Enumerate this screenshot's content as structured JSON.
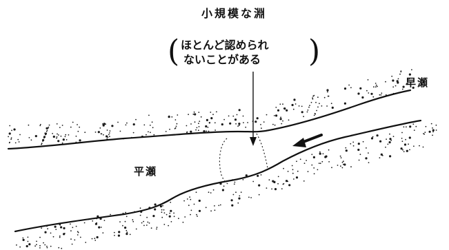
{
  "labels": {
    "small_pool": "小規模な淵",
    "note_line1": "ほとんど認められ",
    "note_line2": "ないことがある",
    "rapid": "早瀬",
    "flat_riffle": "平瀬"
  },
  "icons": {
    "pointer": "down-arrow-icon",
    "flow": "left-arrow-icon"
  },
  "colors": {
    "ink": "#111111",
    "background": "#ffffff"
  }
}
